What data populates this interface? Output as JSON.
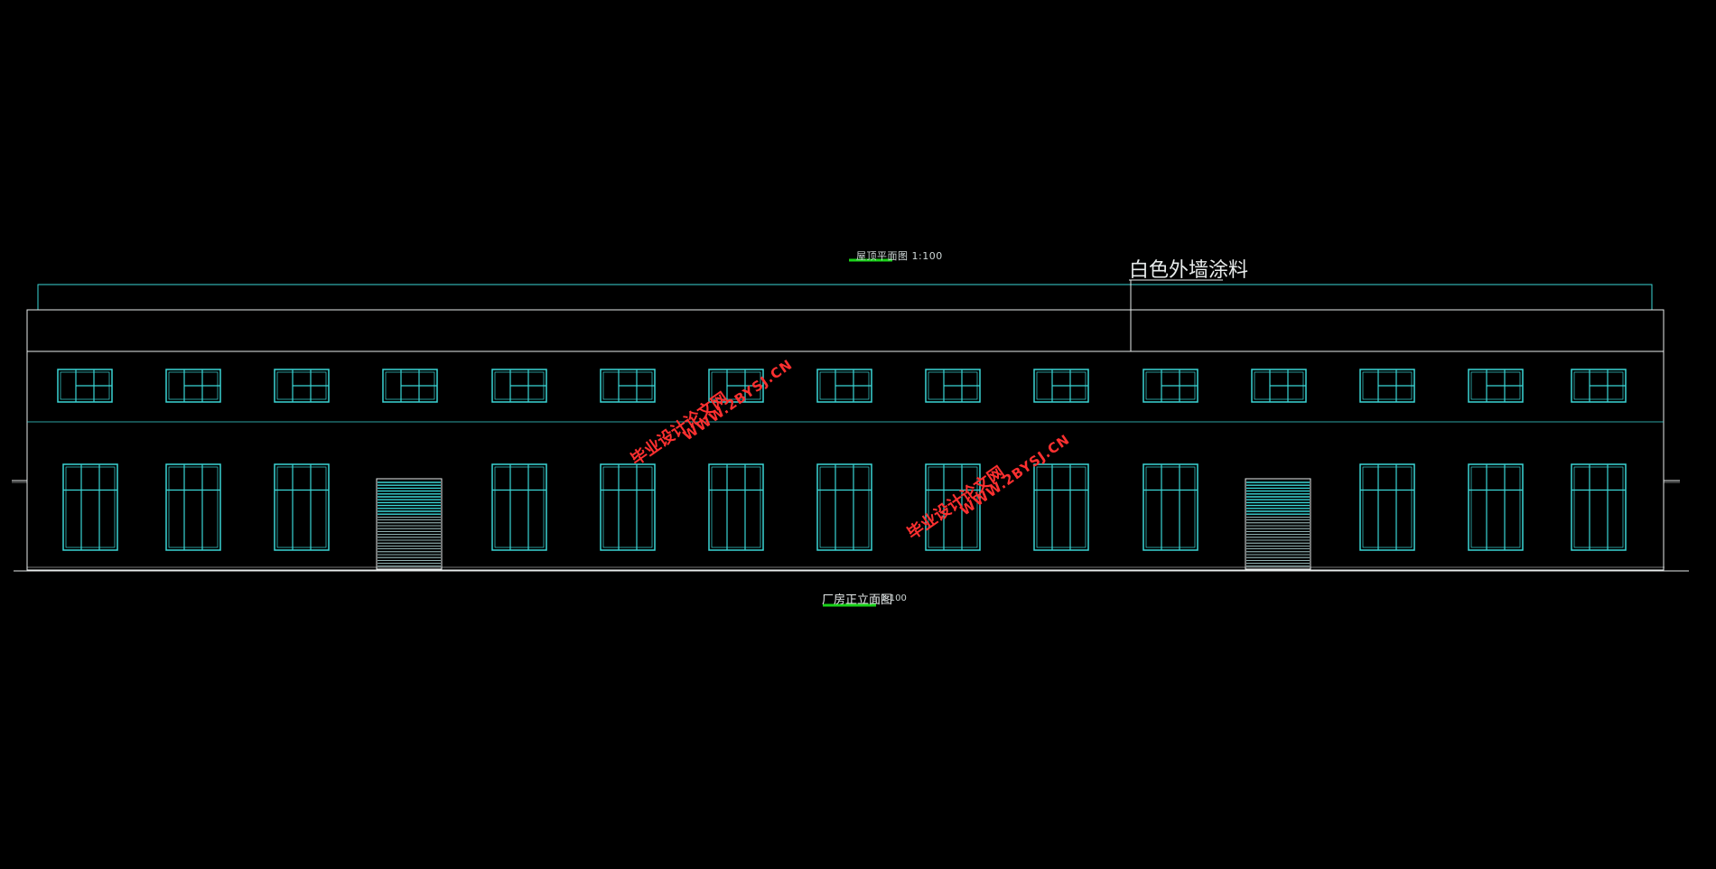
{
  "drawing": {
    "top_caption": "屋顶平面图 1:100",
    "note_text": "白色外墙涂料",
    "bottom_caption": "厂房正立面图",
    "bottom_scale": "1:100"
  },
  "watermarks": [
    {
      "cn": "毕业设计论文网",
      "url": "WWW.2BYSJ.CN"
    },
    {
      "cn": "毕业设计论文网",
      "url": "WWW.2BYSJ.CN"
    }
  ],
  "elevation": {
    "upper_windows": 15,
    "lower_openings": [
      "window",
      "window",
      "window",
      "shutter-door",
      "window",
      "window",
      "window",
      "window",
      "window",
      "window",
      "window",
      "shutter-door",
      "window",
      "window",
      "window"
    ]
  },
  "colors": {
    "background": "#000000",
    "outline": "#e8ecec",
    "window": "#3ad6d6",
    "underline": "#19d219",
    "watermark": "#ff3030"
  }
}
